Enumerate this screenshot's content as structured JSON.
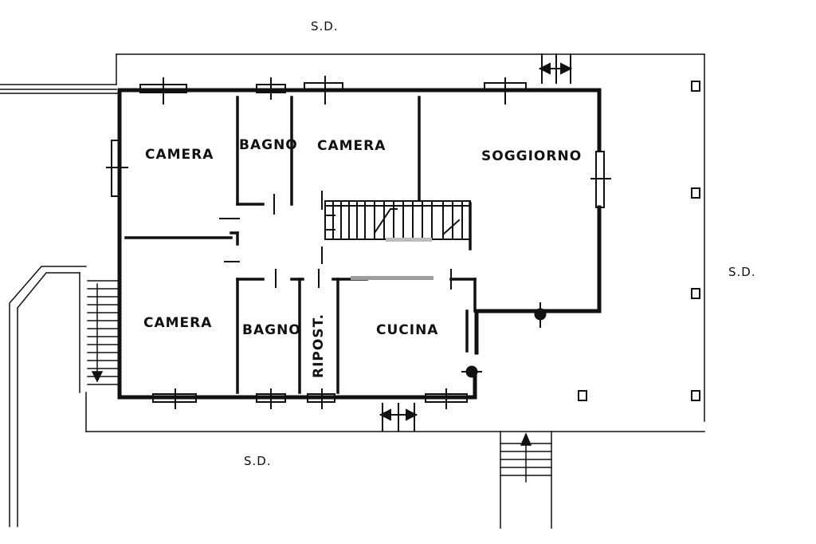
{
  "plan": {
    "colors": {
      "ink": "#111111",
      "paper": "#ffffff"
    },
    "rooms": {
      "camera_tl": "CAMERA",
      "bagno_top": "BAGNO",
      "camera_tc": "CAMERA",
      "soggiorno": "SOGGIORNO",
      "camera_bl": "CAMERA",
      "bagno_bottom": "BAGNO",
      "ripost": "RIPOST.",
      "cucina": "CUCINA"
    },
    "surroundings": {
      "top": "S.D.",
      "right": "S.D.",
      "bottom": "S.D."
    },
    "icons": [
      "stair-icon",
      "door-arrow-icon",
      "window-icon",
      "column-icon"
    ]
  }
}
